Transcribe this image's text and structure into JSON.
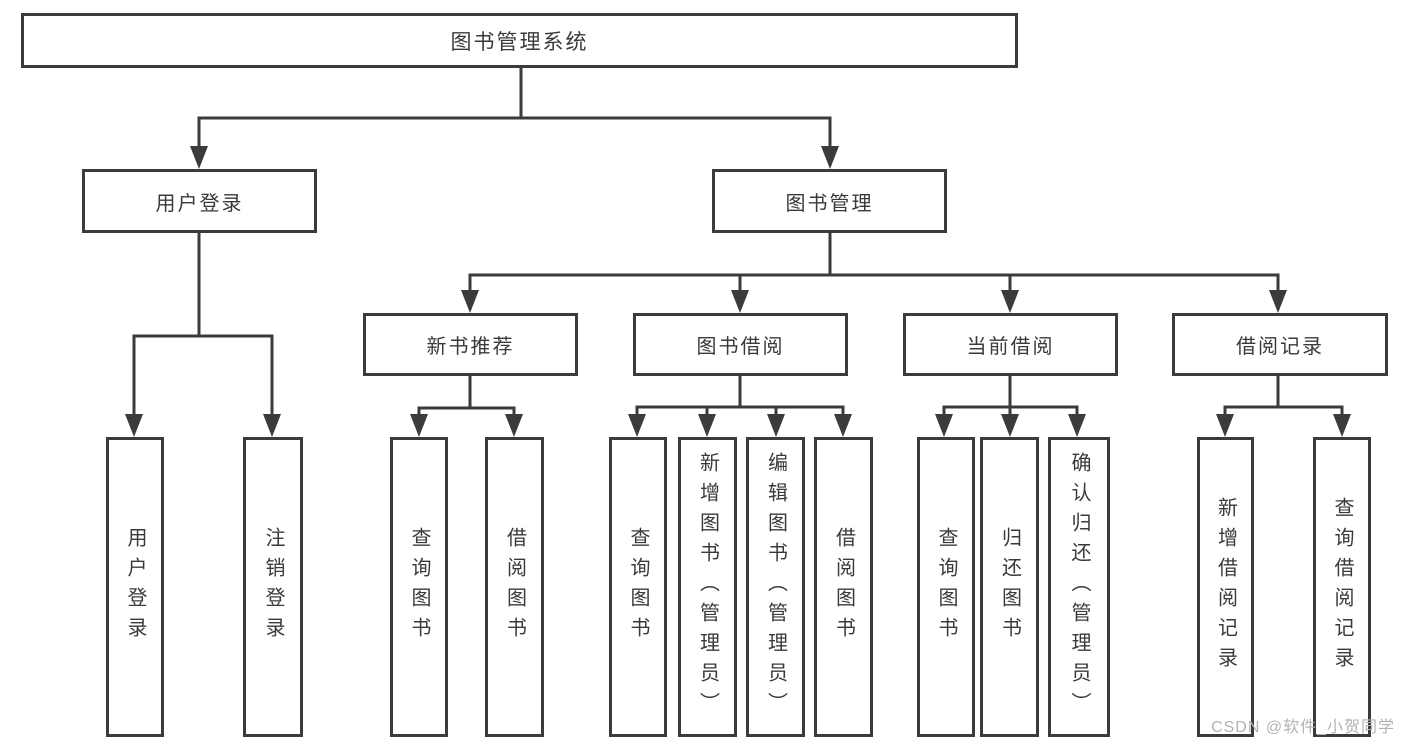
{
  "diagram": {
    "title": "图书管理系统",
    "watermark": "CSDN @软件_小贺同学",
    "colors": {
      "line": "#3b3b3b",
      "text": "#3a3a3a",
      "background": "#ffffff",
      "watermark": "#b3b3b3"
    },
    "nodes": {
      "root": "图书管理系统",
      "user_login": "用户登录",
      "book_mgmt": "图书管理",
      "new_book_rec": "新书推荐",
      "book_borrow": "图书借阅",
      "current_borrow": "当前借阅",
      "borrow_records": "借阅记录",
      "leaf_user_login": "用户登录",
      "leaf_logout": "注销登录",
      "leaf_nbr_query_books": "查询图书",
      "leaf_nbr_borrow_books": "借阅图书",
      "leaf_bb_query_books": "查询图书",
      "leaf_bb_add_books": "新增图书（管理员）",
      "leaf_bb_edit_books": "编辑图书（管理员）",
      "leaf_bb_borrow_books": "借阅图书",
      "leaf_cb_query_books": "查询图书",
      "leaf_cb_return_books": "归还图书",
      "leaf_cb_confirm_return": "确认归还（管理员）",
      "leaf_br_add_record": "新增借阅记录",
      "leaf_br_query_record": "查询借阅记录"
    }
  }
}
